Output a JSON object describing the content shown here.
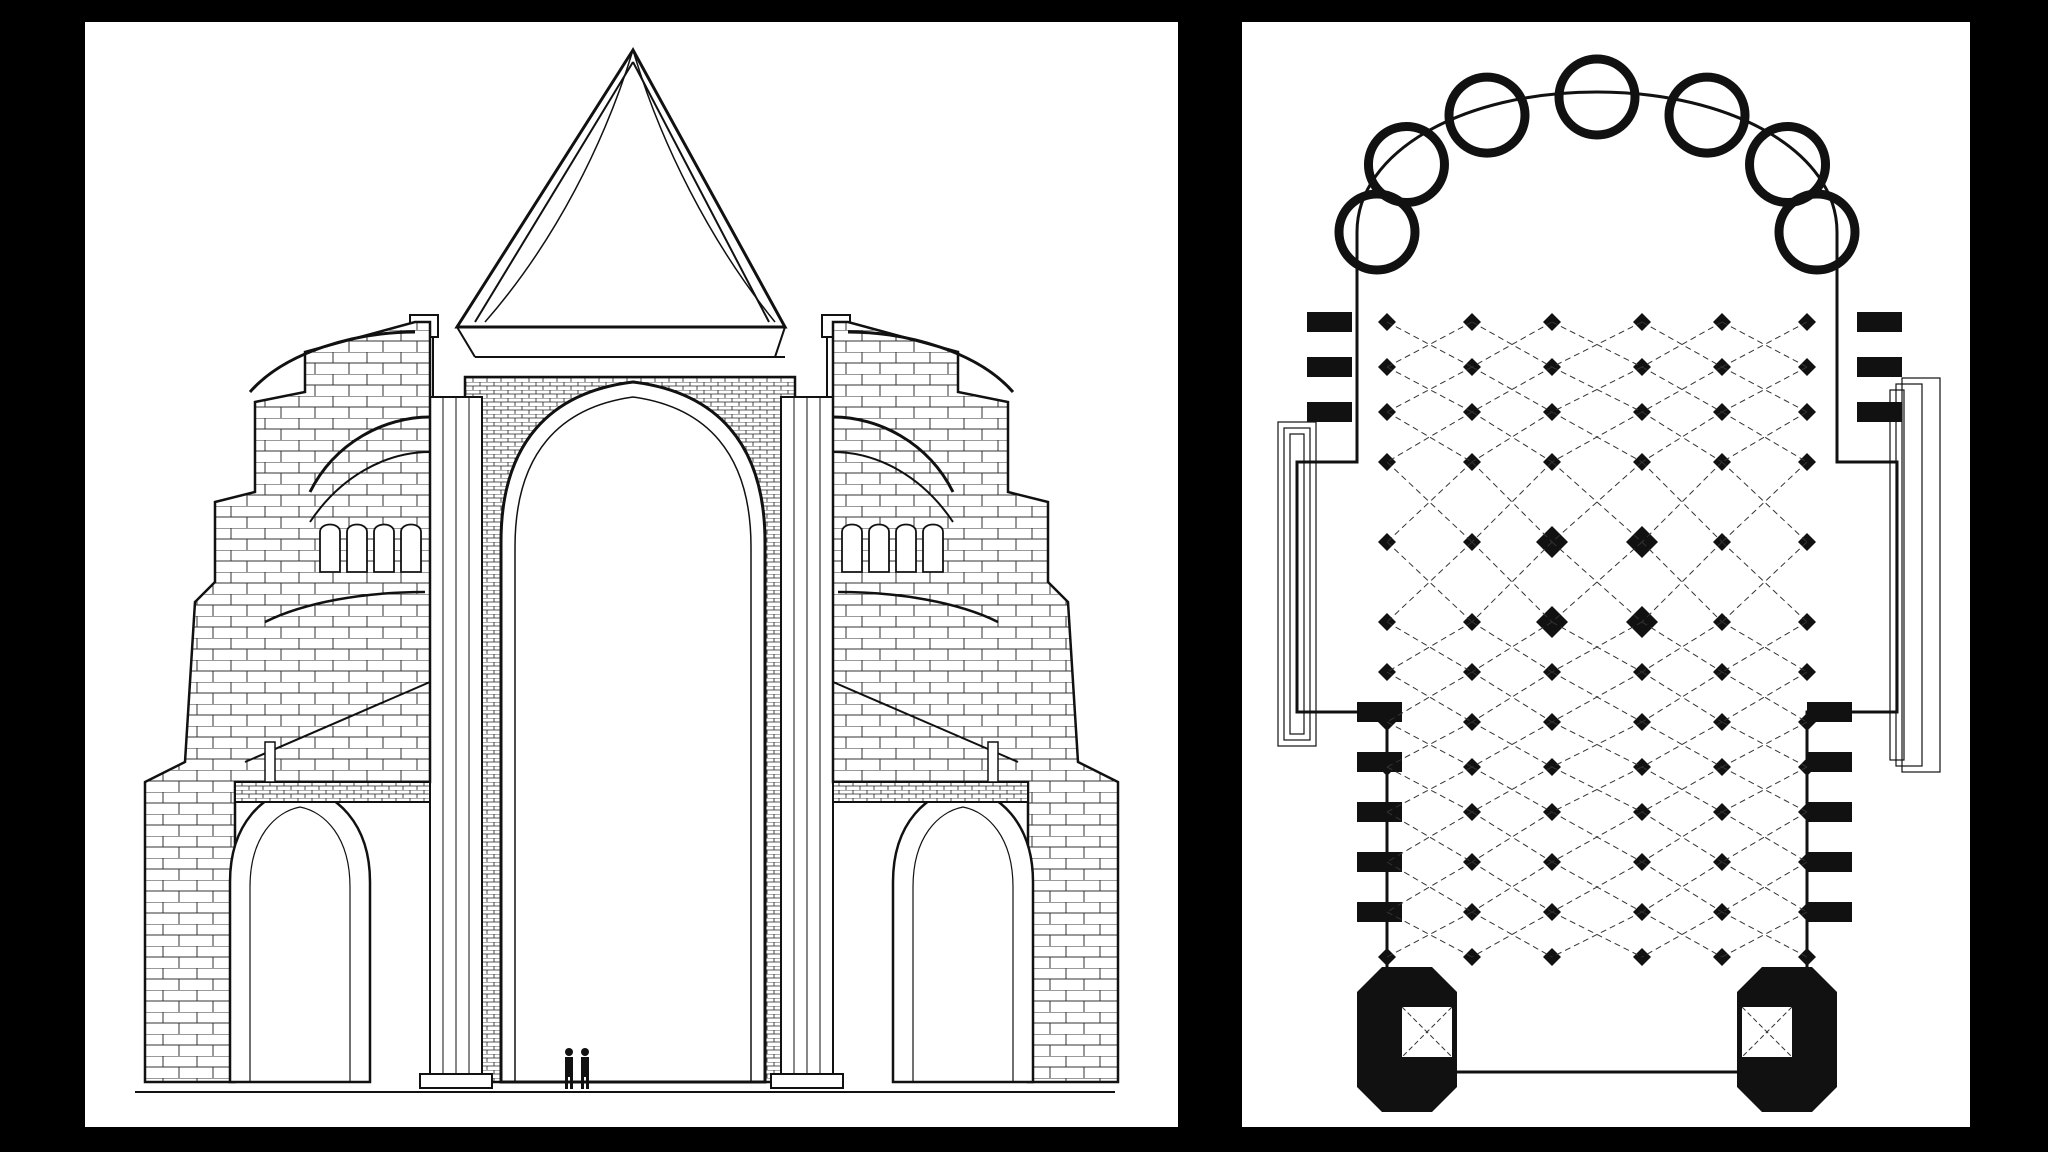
{
  "figure": {
    "panels": [
      {
        "id": "cross-section",
        "kind": "architectural-section-drawing"
      },
      {
        "id": "floor-plan",
        "kind": "architectural-plan-drawing"
      }
    ]
  },
  "colors": {
    "background": "#000000",
    "paper": "#ffffff",
    "ink": "#111111"
  }
}
